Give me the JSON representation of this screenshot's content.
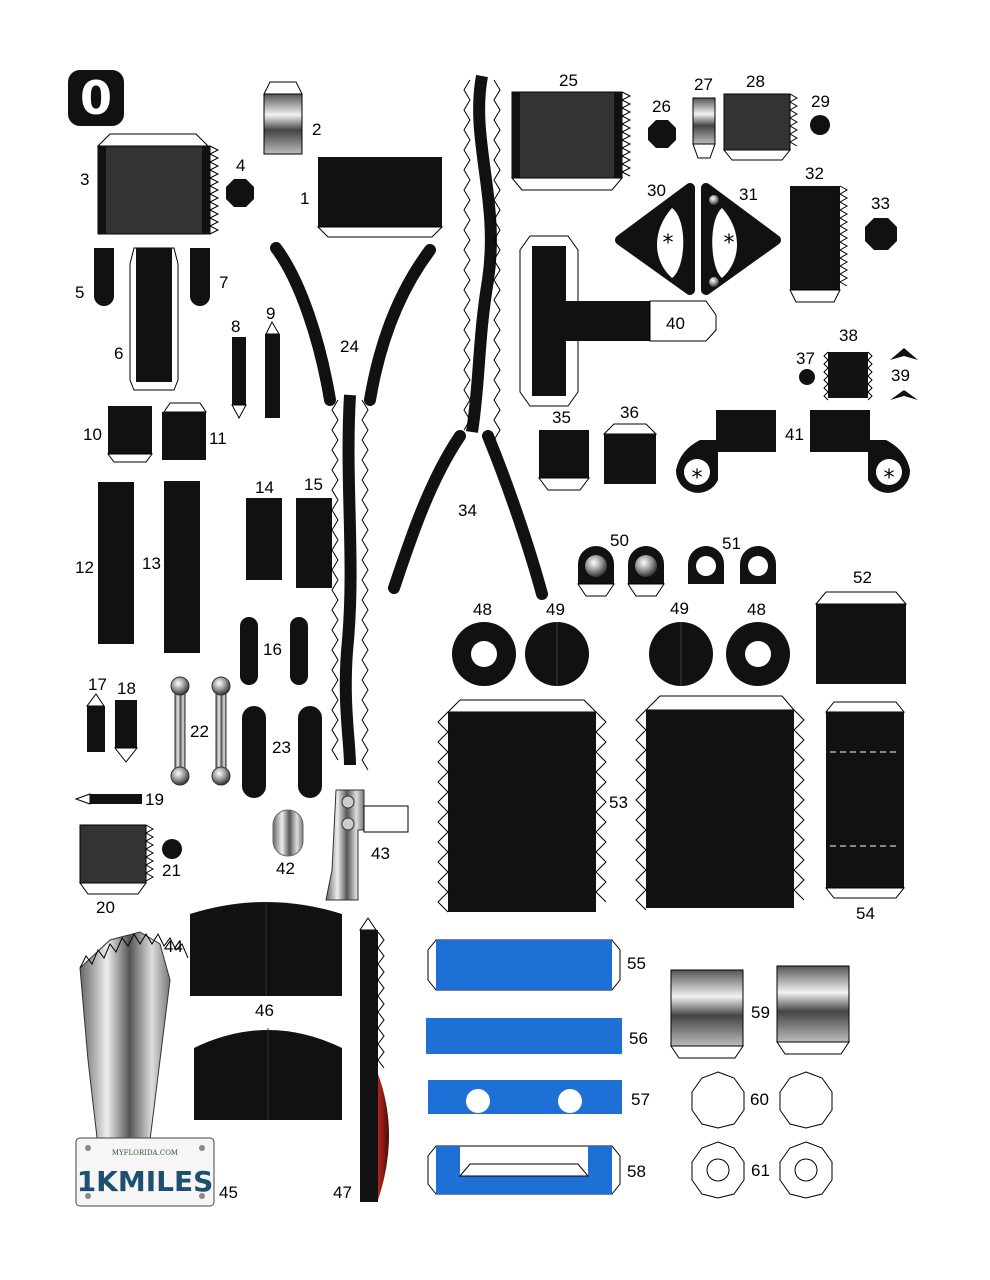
{
  "page": {
    "badge": "0"
  },
  "colors": {
    "part": "#111111",
    "blue": "#1e6fd6",
    "red": "#7a1a14",
    "white": "#ffffff"
  },
  "labels": [
    {
      "id": "1",
      "text": "1"
    },
    {
      "id": "2",
      "text": "2"
    },
    {
      "id": "3",
      "text": "3"
    },
    {
      "id": "4",
      "text": "4"
    },
    {
      "id": "5",
      "text": "5"
    },
    {
      "id": "6",
      "text": "6"
    },
    {
      "id": "7",
      "text": "7"
    },
    {
      "id": "8",
      "text": "8"
    },
    {
      "id": "9",
      "text": "9"
    },
    {
      "id": "10",
      "text": "10"
    },
    {
      "id": "11",
      "text": "11"
    },
    {
      "id": "12",
      "text": "12"
    },
    {
      "id": "13",
      "text": "13"
    },
    {
      "id": "14",
      "text": "14"
    },
    {
      "id": "15",
      "text": "15"
    },
    {
      "id": "16",
      "text": "16"
    },
    {
      "id": "17",
      "text": "17"
    },
    {
      "id": "18",
      "text": "18"
    },
    {
      "id": "19",
      "text": "19"
    },
    {
      "id": "20",
      "text": "20"
    },
    {
      "id": "21",
      "text": "21"
    },
    {
      "id": "22",
      "text": "22"
    },
    {
      "id": "23",
      "text": "23"
    },
    {
      "id": "24",
      "text": "24"
    },
    {
      "id": "25",
      "text": "25"
    },
    {
      "id": "26",
      "text": "26"
    },
    {
      "id": "27",
      "text": "27"
    },
    {
      "id": "28",
      "text": "28"
    },
    {
      "id": "29",
      "text": "29"
    },
    {
      "id": "30",
      "text": "30"
    },
    {
      "id": "31",
      "text": "31"
    },
    {
      "id": "32",
      "text": "32"
    },
    {
      "id": "33",
      "text": "33"
    },
    {
      "id": "34",
      "text": "34"
    },
    {
      "id": "35",
      "text": "35"
    },
    {
      "id": "36",
      "text": "36"
    },
    {
      "id": "37",
      "text": "37"
    },
    {
      "id": "38",
      "text": "38"
    },
    {
      "id": "39",
      "text": "39"
    },
    {
      "id": "40",
      "text": "40"
    },
    {
      "id": "41",
      "text": "41"
    },
    {
      "id": "42",
      "text": "42"
    },
    {
      "id": "43",
      "text": "43"
    },
    {
      "id": "44",
      "text": "44"
    },
    {
      "id": "45",
      "text": "45"
    },
    {
      "id": "46",
      "text": "46"
    },
    {
      "id": "47",
      "text": "47"
    },
    {
      "id": "48a",
      "text": "48"
    },
    {
      "id": "48b",
      "text": "48"
    },
    {
      "id": "49a",
      "text": "49"
    },
    {
      "id": "49b",
      "text": "49"
    },
    {
      "id": "50",
      "text": "50"
    },
    {
      "id": "51",
      "text": "51"
    },
    {
      "id": "52",
      "text": "52"
    },
    {
      "id": "53",
      "text": "53"
    },
    {
      "id": "54",
      "text": "54"
    },
    {
      "id": "55",
      "text": "55"
    },
    {
      "id": "56",
      "text": "56"
    },
    {
      "id": "57",
      "text": "57"
    },
    {
      "id": "58",
      "text": "58"
    },
    {
      "id": "59",
      "text": "59"
    },
    {
      "id": "60",
      "text": "60"
    },
    {
      "id": "61",
      "text": "61"
    }
  ],
  "plate": {
    "top_text": "MYFLORIDA.COM",
    "main_text": "1KMILES"
  },
  "marks": {
    "star": "*"
  }
}
